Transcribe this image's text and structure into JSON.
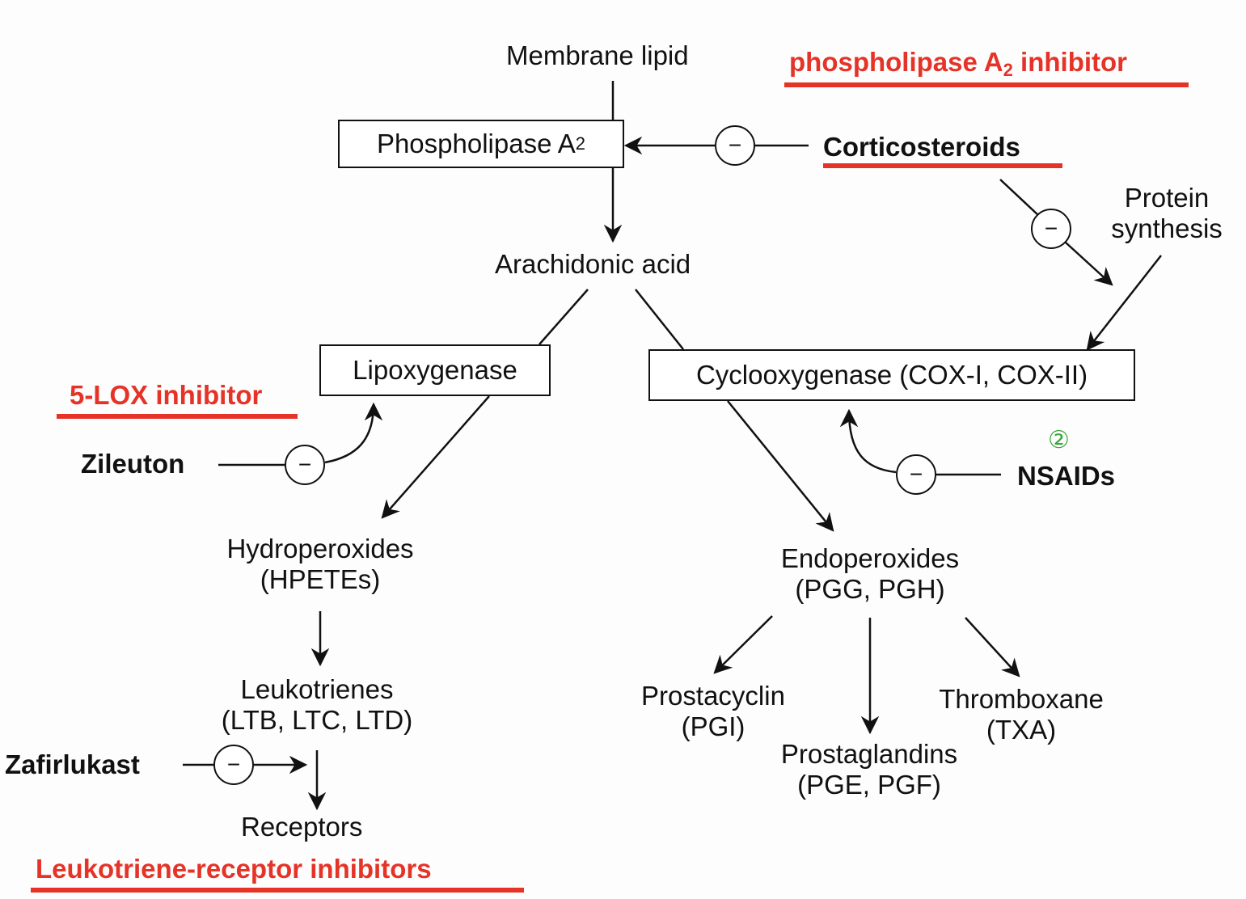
{
  "nodes": {
    "membrane_lipid": "Membrane lipid",
    "phospholipase_main": "Phospholipase A",
    "phospholipase_sub": "2",
    "arachidonic_acid": "Arachidonic acid",
    "lipoxygenase": "Lipoxygenase",
    "cyclooxygenase": "Cyclooxygenase (COX-I, COX-II)",
    "protein_synthesis_line1": "Protein",
    "protein_synthesis_line2": "synthesis",
    "hydroperoxides_line1": "Hydroperoxides",
    "hydroperoxides_line2": "(HPETEs)",
    "leukotrienes_line1": "Leukotrienes",
    "leukotrienes_line2": "(LTB, LTC, LTD)",
    "receptors": "Receptors",
    "endoperoxides_line1": "Endoperoxides",
    "endoperoxides_line2": "(PGG, PGH)",
    "prostacyclin_line1": "Prostacyclin",
    "prostacyclin_line2": "(PGI)",
    "prostaglandins_line1": "Prostaglandins",
    "prostaglandins_line2": "(PGE, PGF)",
    "thromboxane_line1": "Thromboxane",
    "thromboxane_line2": "(TXA)"
  },
  "drugs": {
    "corticosteroids": "Corticosteroids",
    "zileuton": "Zileuton",
    "nsaids": "NSAIDs",
    "zafirlukast": "Zafirlukast"
  },
  "annotations": {
    "pla2_inhibitor_main": "phospholipase A",
    "pla2_inhibitor_sub": "2",
    "pla2_inhibitor_tail": " inhibitor",
    "lox_inhibitor": "5-LOX inhibitor",
    "lt_receptor_inhibitors": "Leukotriene-receptor inhibitors",
    "nsaid_marker": "②"
  },
  "inhibition_symbol": "−",
  "colors": {
    "annotation_red": "#e53327",
    "marker_green": "#3aa63a",
    "ink": "#111111"
  }
}
